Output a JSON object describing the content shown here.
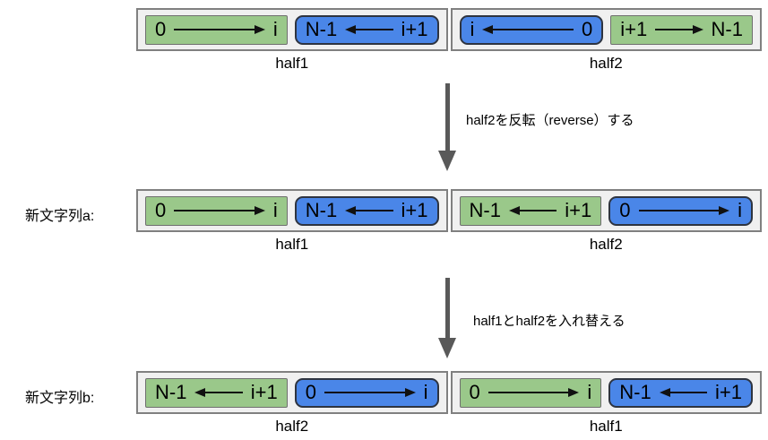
{
  "colors": {
    "segment_green": "#9ac88a",
    "segment_blue": "#4a86e8",
    "container_bg": "#f0f0f0",
    "container_border": "#808080",
    "step_arrow_gray": "#595959",
    "text": "#000000"
  },
  "steps": [
    {
      "label": "half2を反転（reverse）する"
    },
    {
      "label": "half1とhalf2を入れ替える"
    }
  ],
  "rows": [
    {
      "side_label": "",
      "halves": [
        {
          "label": "half1",
          "segments": [
            {
              "color": "green",
              "arrow_direction": "right",
              "left_label": "0",
              "right_label": "i"
            },
            {
              "color": "blue",
              "arrow_direction": "left",
              "left_label": "N-1",
              "right_label": "i+1"
            }
          ]
        },
        {
          "label": "half2",
          "segments": [
            {
              "color": "blue",
              "arrow_direction": "left",
              "left_label": "i",
              "right_label": "0"
            },
            {
              "color": "green",
              "arrow_direction": "right",
              "left_label": "i+1",
              "right_label": "N-1"
            }
          ]
        }
      ]
    },
    {
      "side_label": "新文字列a:",
      "halves": [
        {
          "label": "half1",
          "segments": [
            {
              "color": "green",
              "arrow_direction": "right",
              "left_label": "0",
              "right_label": "i"
            },
            {
              "color": "blue",
              "arrow_direction": "left",
              "left_label": "N-1",
              "right_label": "i+1"
            }
          ]
        },
        {
          "label": "half2",
          "segments": [
            {
              "color": "green",
              "arrow_direction": "left",
              "left_label": "N-1",
              "right_label": "i+1"
            },
            {
              "color": "blue",
              "arrow_direction": "right",
              "left_label": "0",
              "right_label": "i"
            }
          ]
        }
      ]
    },
    {
      "side_label": "新文字列b:",
      "halves": [
        {
          "label": "half2",
          "segments": [
            {
              "color": "green",
              "arrow_direction": "left",
              "left_label": "N-1",
              "right_label": "i+1"
            },
            {
              "color": "blue",
              "arrow_direction": "right",
              "left_label": "0",
              "right_label": "i"
            }
          ]
        },
        {
          "label": "half1",
          "segments": [
            {
              "color": "green",
              "arrow_direction": "right",
              "left_label": "0",
              "right_label": "i"
            },
            {
              "color": "blue",
              "arrow_direction": "left",
              "left_label": "N-1",
              "right_label": "i+1"
            }
          ]
        }
      ]
    }
  ]
}
